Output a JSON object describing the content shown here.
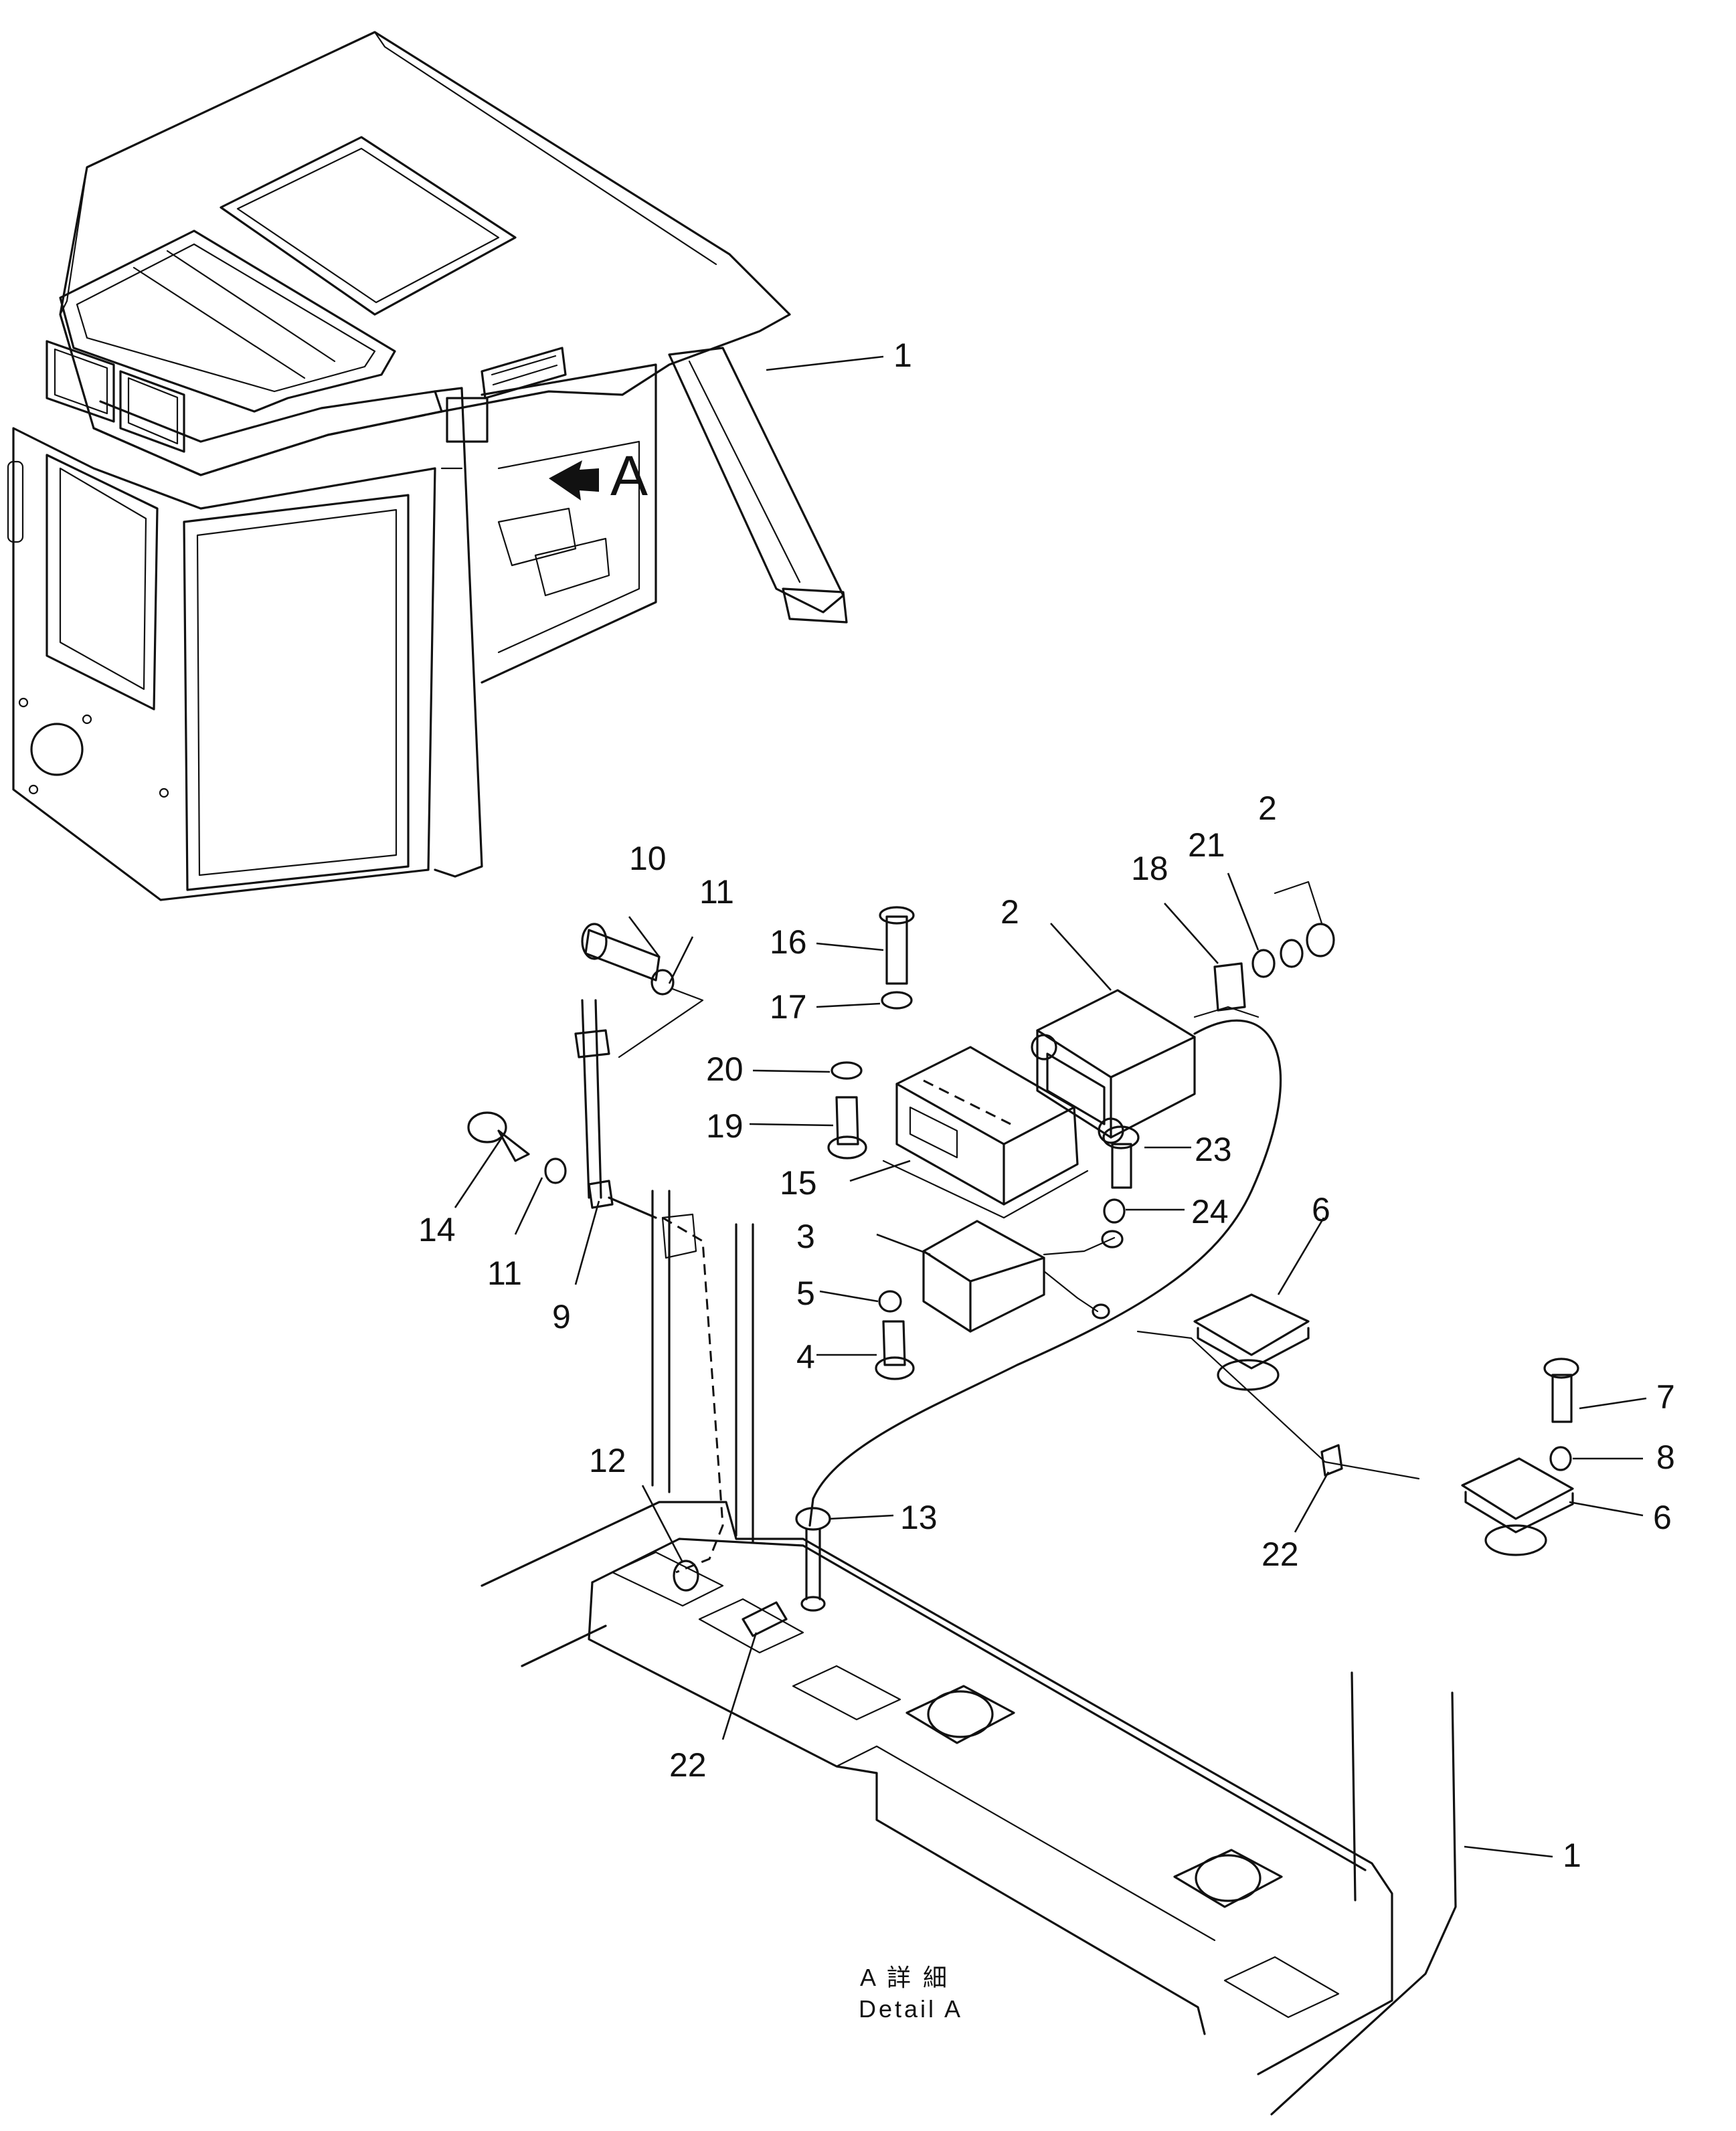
{
  "diagram": {
    "view_marker": {
      "label": "A"
    },
    "caption": {
      "line1": "A 詳 細",
      "line2": "Detail A"
    },
    "callouts": [
      {
        "id": "c1-top",
        "text": "1"
      },
      {
        "id": "c1-bottom",
        "text": "1"
      },
      {
        "id": "c2-right",
        "text": "2"
      },
      {
        "id": "c2-radio",
        "text": "2"
      },
      {
        "id": "c3",
        "text": "3"
      },
      {
        "id": "c4",
        "text": "4"
      },
      {
        "id": "c5",
        "text": "5"
      },
      {
        "id": "c6-upper",
        "text": "6"
      },
      {
        "id": "c6-lower",
        "text": "6"
      },
      {
        "id": "c7",
        "text": "7"
      },
      {
        "id": "c8",
        "text": "8"
      },
      {
        "id": "c9",
        "text": "9"
      },
      {
        "id": "c10",
        "text": "10"
      },
      {
        "id": "c11-upper",
        "text": "11"
      },
      {
        "id": "c11-lower",
        "text": "11"
      },
      {
        "id": "c12",
        "text": "12"
      },
      {
        "id": "c13",
        "text": "13"
      },
      {
        "id": "c14",
        "text": "14"
      },
      {
        "id": "c15",
        "text": "15"
      },
      {
        "id": "c16",
        "text": "16"
      },
      {
        "id": "c17",
        "text": "17"
      },
      {
        "id": "c18",
        "text": "18"
      },
      {
        "id": "c19",
        "text": "19"
      },
      {
        "id": "c20",
        "text": "20"
      },
      {
        "id": "c21",
        "text": "21"
      },
      {
        "id": "c22-right",
        "text": "22"
      },
      {
        "id": "c22-bottom",
        "text": "22"
      },
      {
        "id": "c23",
        "text": "23"
      },
      {
        "id": "c24",
        "text": "24"
      }
    ]
  }
}
